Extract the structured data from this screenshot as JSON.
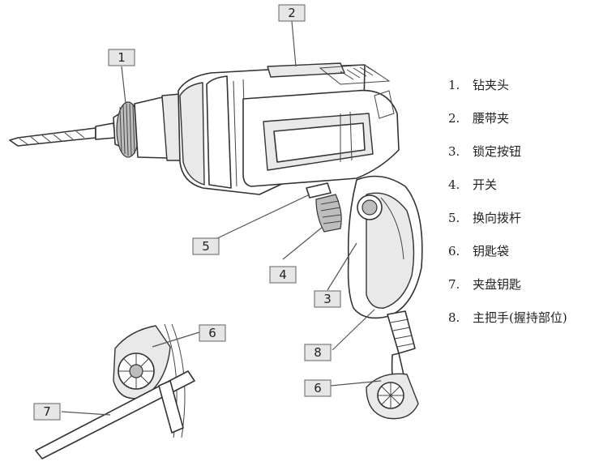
{
  "callouts": [
    {
      "n": "1"
    },
    {
      "n": "2"
    },
    {
      "n": "3"
    },
    {
      "n": "4"
    },
    {
      "n": "5"
    },
    {
      "n": "6"
    },
    {
      "n": "6"
    },
    {
      "n": "7"
    },
    {
      "n": "8"
    }
  ],
  "legend": [
    {
      "num": "1.",
      "label": "钻夹头"
    },
    {
      "num": "2.",
      "label": "腰带夹"
    },
    {
      "num": "3.",
      "label": "锁定按钮"
    },
    {
      "num": "4.",
      "label": "开关"
    },
    {
      "num": "5.",
      "label": "换向拨杆"
    },
    {
      "num": "6.",
      "label": "钥匙袋"
    },
    {
      "num": "7.",
      "label": "夹盘钥匙"
    },
    {
      "num": "8.",
      "label": "主把手(握持部位)"
    }
  ]
}
